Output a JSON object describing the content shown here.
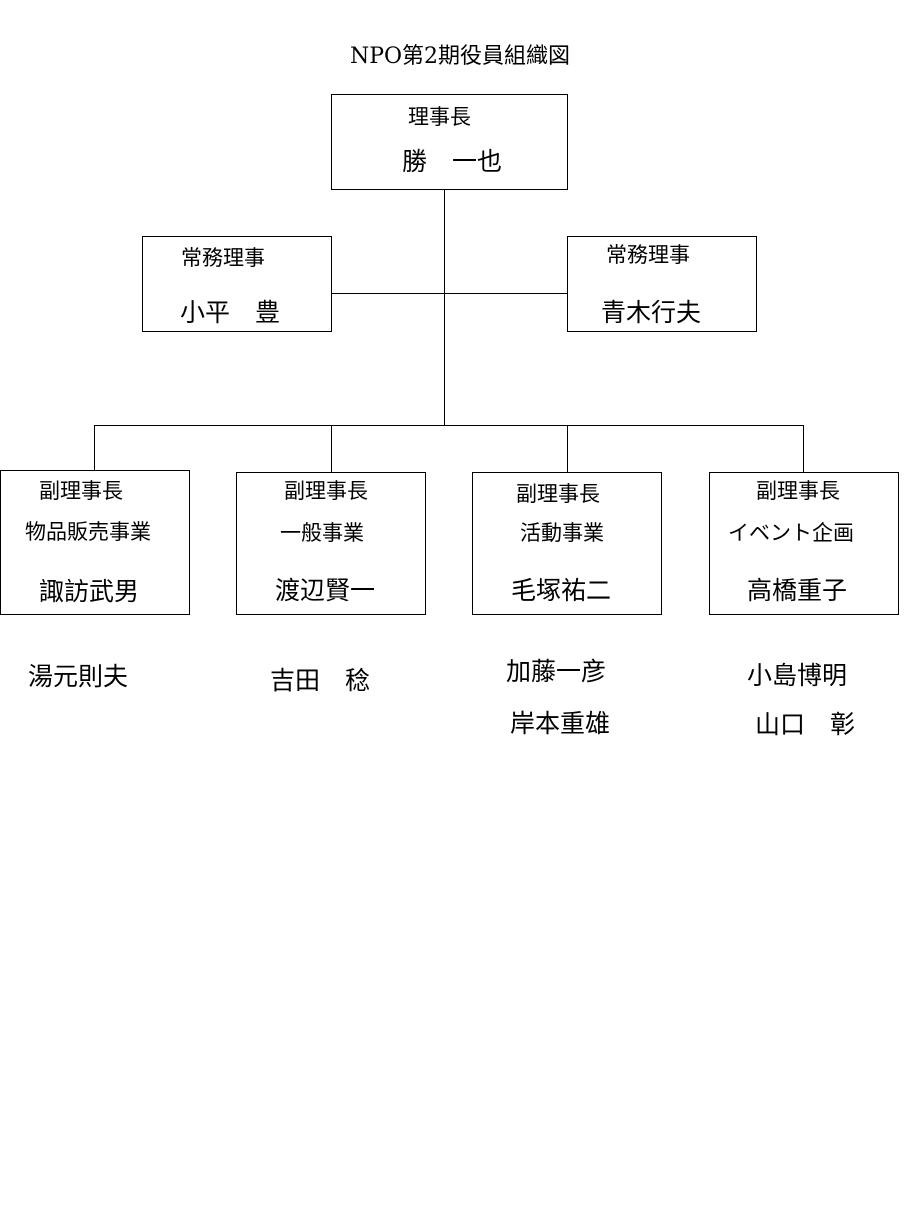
{
  "title": "NPO第2期役員組織図",
  "chairman": {
    "role": "理事長",
    "name": "勝　一也"
  },
  "managing_directors": [
    {
      "role": "常務理事",
      "name": "小平　豊"
    },
    {
      "role": "常務理事",
      "name": "青木行夫"
    }
  ],
  "vice_chairs": [
    {
      "role": "副理事長",
      "dept": "物品販売事業",
      "name": "諏訪武男",
      "members": [
        "湯元則夫"
      ]
    },
    {
      "role": "副理事長",
      "dept": "一般事業",
      "name": "渡辺賢一",
      "members": [
        "吉田　稔"
      ]
    },
    {
      "role": "副理事長",
      "dept": "活動事業",
      "name": "毛塚祐二",
      "members": [
        "加藤一彦",
        "岸本重雄"
      ]
    },
    {
      "role": "副理事長",
      "dept": "イベント企画",
      "name": "高橋重子",
      "members": [
        "小島博明",
        "山口　彰"
      ]
    }
  ]
}
